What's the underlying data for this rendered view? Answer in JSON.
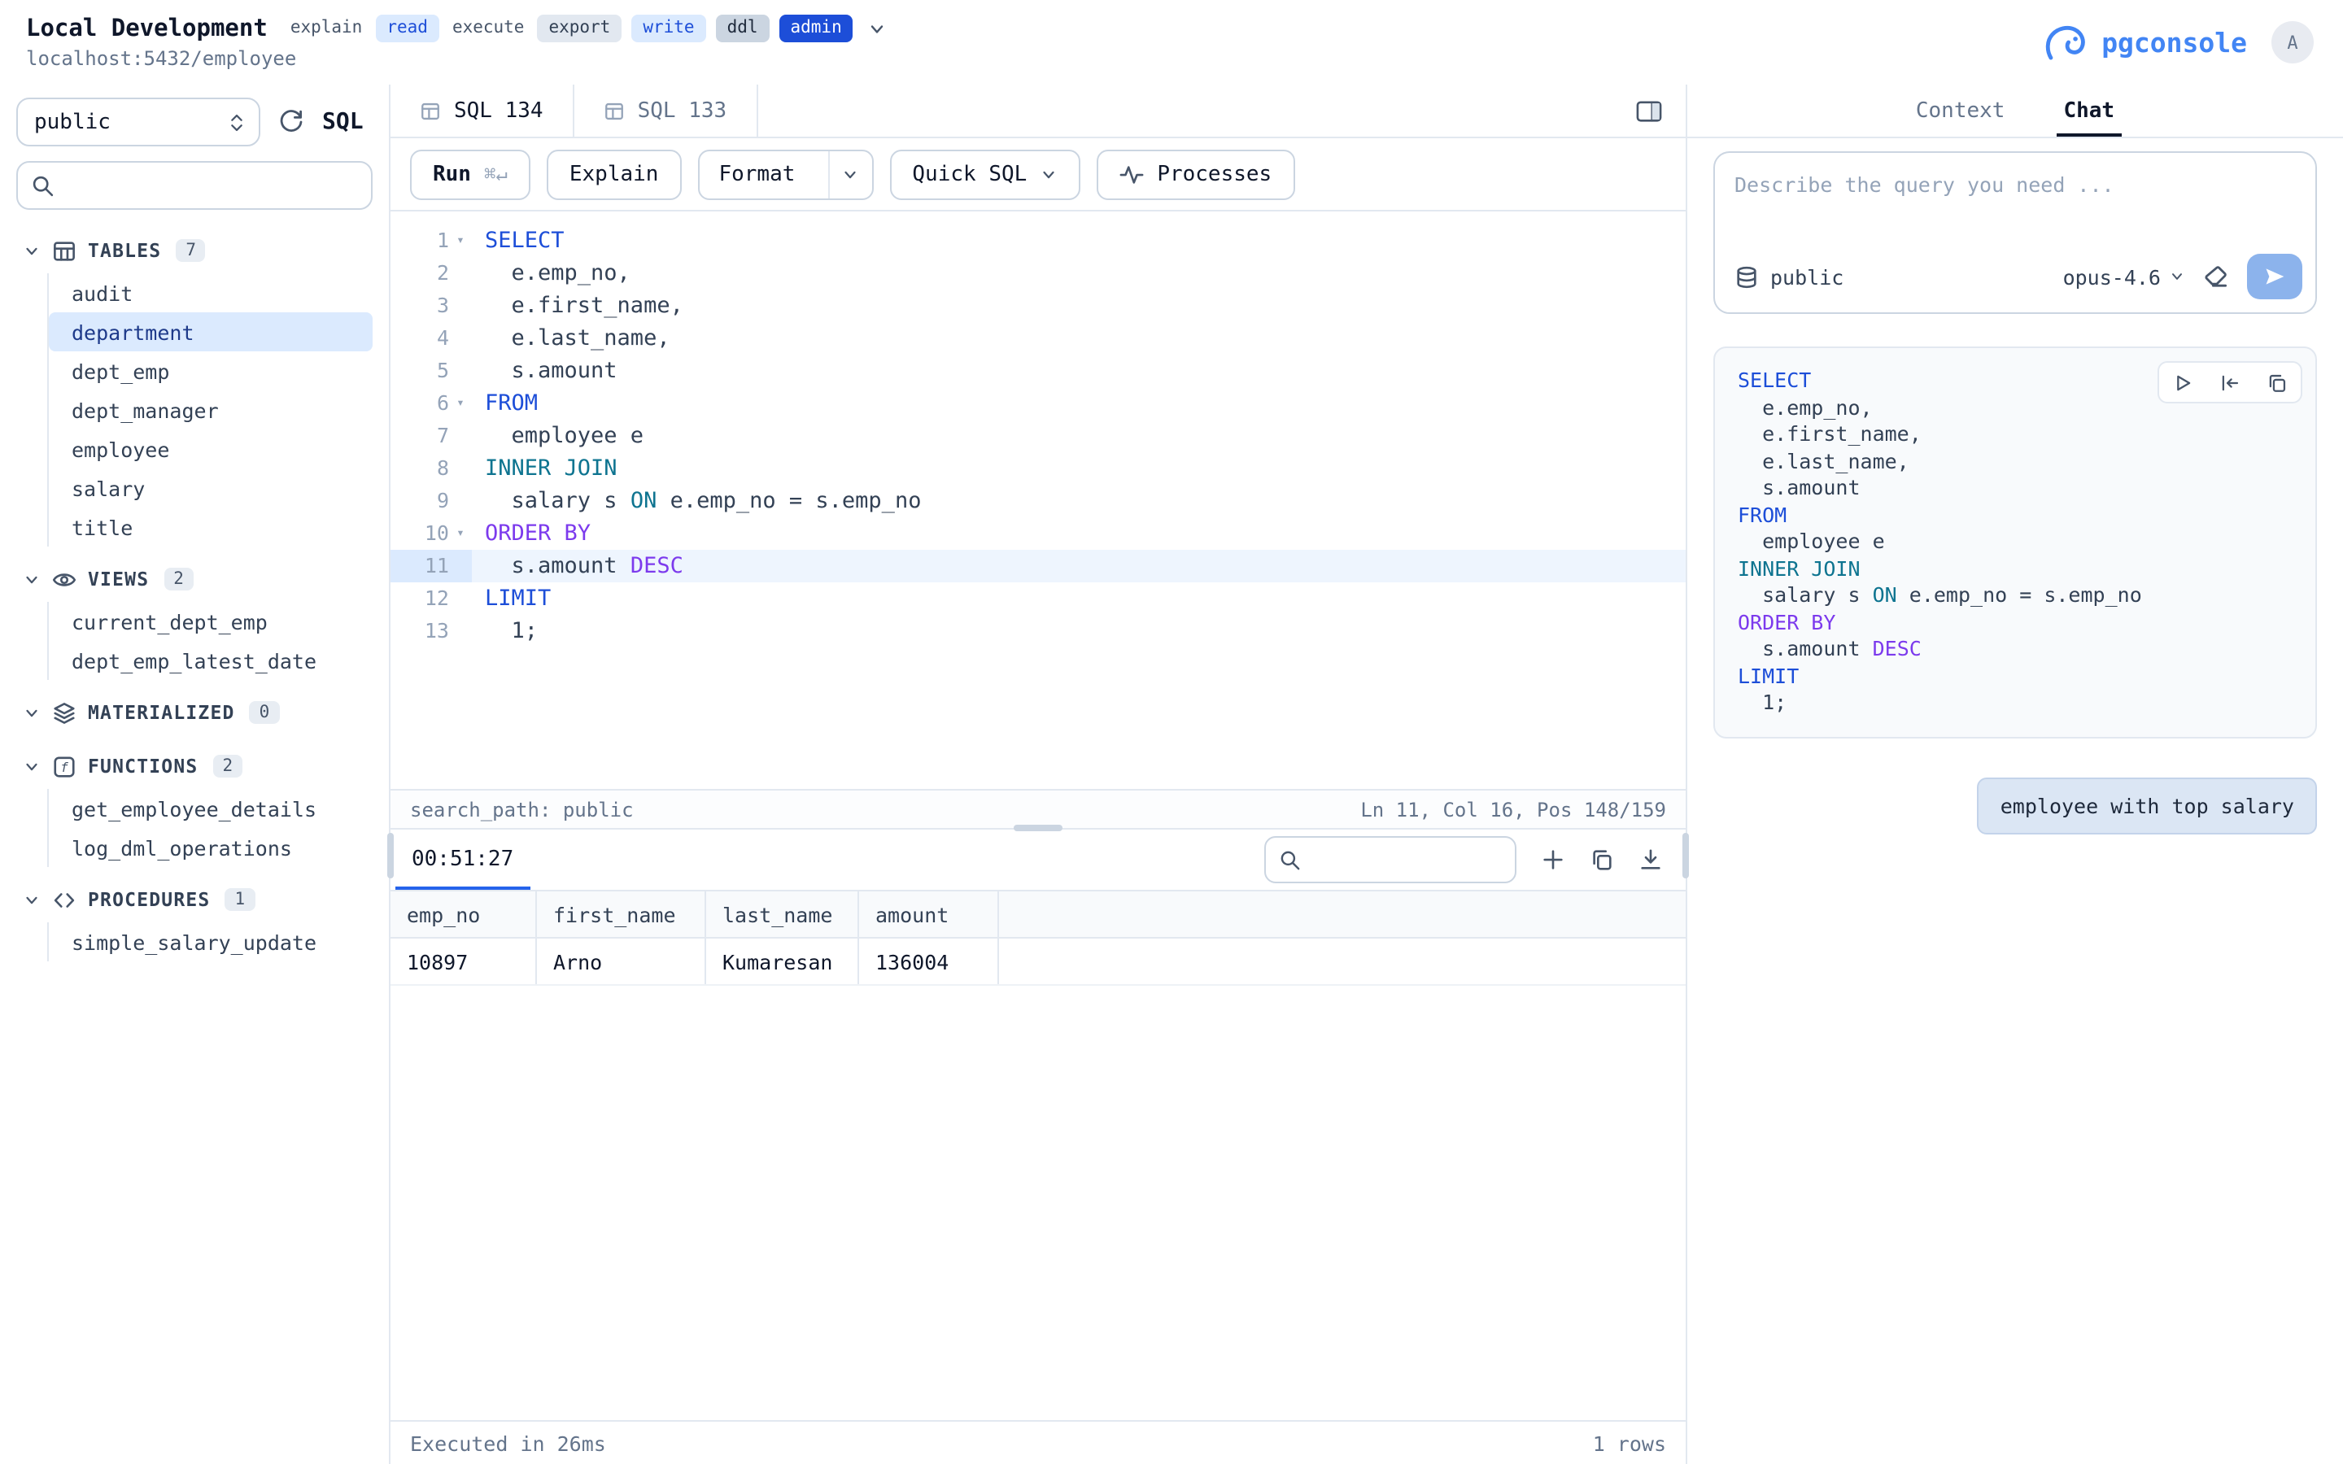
{
  "header": {
    "title": "Local Development",
    "subtitle": "localhost:5432/employee",
    "badges": [
      {
        "label": "explain",
        "variant": "plain"
      },
      {
        "label": "read",
        "variant": "blue"
      },
      {
        "label": "execute",
        "variant": "plain"
      },
      {
        "label": "export",
        "variant": "gray"
      },
      {
        "label": "write",
        "variant": "blue"
      },
      {
        "label": "ddl",
        "variant": "gray2"
      },
      {
        "label": "admin",
        "variant": "solid"
      }
    ],
    "brand": "pgconsole",
    "avatar": "A"
  },
  "sidebar": {
    "schema_select": "public",
    "sql_label": "SQL",
    "sections": [
      {
        "id": "tables",
        "label": "TABLES",
        "count": "7",
        "selected": "department",
        "items": [
          "audit",
          "department",
          "dept_emp",
          "dept_manager",
          "employee",
          "salary",
          "title"
        ]
      },
      {
        "id": "views",
        "label": "VIEWS",
        "count": "2",
        "items": [
          "current_dept_emp",
          "dept_emp_latest_date"
        ]
      },
      {
        "id": "materialized",
        "label": "MATERIALIZED",
        "count": "0",
        "items": []
      },
      {
        "id": "functions",
        "label": "FUNCTIONS",
        "count": "2",
        "items": [
          "get_employee_details",
          "log_dml_operations"
        ]
      },
      {
        "id": "procedures",
        "label": "PROCEDURES",
        "count": "1",
        "items": [
          "simple_salary_update"
        ]
      }
    ]
  },
  "tabs": [
    {
      "label": "SQL 134",
      "active": true
    },
    {
      "label": "SQL 133",
      "active": false
    }
  ],
  "toolbar": {
    "run": "Run",
    "run_shortcut": "⌘↵",
    "explain": "Explain",
    "format": "Format",
    "quick_sql": "Quick SQL",
    "processes": "Processes"
  },
  "editor": {
    "current_line": 11,
    "status_left": "search_path: public",
    "status_right": "Ln 11, Col 16, Pos 148/159"
  },
  "sql_lines": [
    {
      "n": 1,
      "fold": true,
      "tokens": [
        {
          "t": "SELECT",
          "c": "k1"
        }
      ]
    },
    {
      "n": 2,
      "fold": false,
      "tokens": [
        {
          "t": "  e.emp_no,",
          "c": "p"
        }
      ]
    },
    {
      "n": 3,
      "fold": false,
      "tokens": [
        {
          "t": "  e.first_name,",
          "c": "p"
        }
      ]
    },
    {
      "n": 4,
      "fold": false,
      "tokens": [
        {
          "t": "  e.last_name,",
          "c": "p"
        }
      ]
    },
    {
      "n": 5,
      "fold": false,
      "tokens": [
        {
          "t": "  s.amount",
          "c": "p"
        }
      ]
    },
    {
      "n": 6,
      "fold": true,
      "tokens": [
        {
          "t": "FROM",
          "c": "k1"
        }
      ]
    },
    {
      "n": 7,
      "fold": false,
      "tokens": [
        {
          "t": "  employee e",
          "c": "p"
        }
      ]
    },
    {
      "n": 8,
      "fold": false,
      "tokens": [
        {
          "t": "INNER JOIN",
          "c": "k2"
        }
      ]
    },
    {
      "n": 9,
      "fold": false,
      "tokens": [
        {
          "t": "  salary s ",
          "c": "p"
        },
        {
          "t": "ON",
          "c": "k2"
        },
        {
          "t": " e.emp_no = s.emp_no",
          "c": "p"
        }
      ]
    },
    {
      "n": 10,
      "fold": true,
      "tokens": [
        {
          "t": "ORDER BY",
          "c": "k3"
        }
      ]
    },
    {
      "n": 11,
      "fold": false,
      "tokens": [
        {
          "t": "  s.amount ",
          "c": "p"
        },
        {
          "t": "DESC",
          "c": "k3"
        }
      ]
    },
    {
      "n": 12,
      "fold": false,
      "tokens": [
        {
          "t": "LIMIT",
          "c": "k1"
        }
      ]
    },
    {
      "n": 13,
      "fold": false,
      "tokens": [
        {
          "t": "  1;",
          "c": "p"
        }
      ]
    }
  ],
  "results": {
    "timer": "00:51:27",
    "columns": [
      "emp_no",
      "first_name",
      "last_name",
      "amount"
    ],
    "rows": [
      [
        "10897",
        "Arno",
        "Kumaresan",
        "136004"
      ]
    ],
    "footer_left": "Executed in 26ms",
    "footer_right": "1 rows"
  },
  "chat": {
    "tabs": [
      {
        "label": "Context",
        "active": false
      },
      {
        "label": "Chat",
        "active": true
      }
    ],
    "placeholder": "Describe the query you need ...",
    "schema": "public",
    "model": "opus-4.6",
    "user_message": "employee with top salary"
  },
  "colors": {
    "accent": "#2563eb",
    "keyword_blue": "#1d4ed8",
    "keyword_teal": "#0e7490",
    "keyword_purple": "#7c3aed"
  }
}
